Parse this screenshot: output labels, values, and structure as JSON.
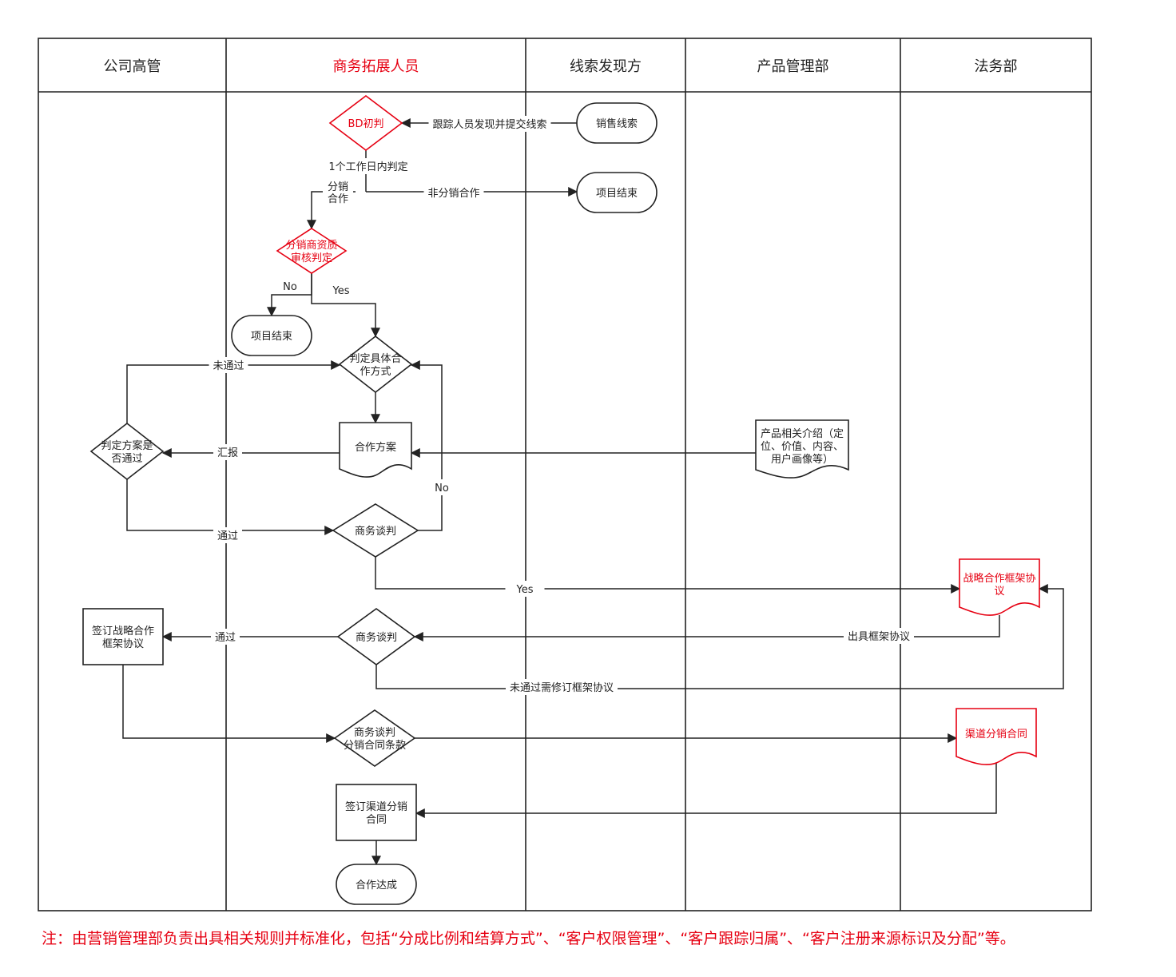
{
  "colors": {
    "red": "#e60012",
    "black": "#222222"
  },
  "lanes": [
    {
      "id": "exec",
      "label": "公司高管",
      "highlight": false
    },
    {
      "id": "bd",
      "label": "商务拓展人员",
      "highlight": true
    },
    {
      "id": "finder",
      "label": "线索发现方",
      "highlight": false
    },
    {
      "id": "product",
      "label": "产品管理部",
      "highlight": false
    },
    {
      "id": "legal",
      "label": "法务部",
      "highlight": false
    }
  ],
  "nodes": [
    {
      "id": "bd-judge",
      "shape": "diamond",
      "lines": [
        "BD初判"
      ],
      "red": true
    },
    {
      "id": "sales-lead",
      "shape": "terminal",
      "lines": [
        "销售线索"
      ],
      "red": false
    },
    {
      "id": "end-1",
      "shape": "terminal",
      "lines": [
        "项目结束"
      ],
      "red": false
    },
    {
      "id": "qualify",
      "shape": "diamond",
      "lines": [
        "分销商资质",
        "审核判定"
      ],
      "red": true
    },
    {
      "id": "end-2",
      "shape": "terminal",
      "lines": [
        "项目结束"
      ],
      "red": false
    },
    {
      "id": "mode",
      "shape": "diamond",
      "lines": [
        "判定具体合",
        "作方式"
      ],
      "red": false
    },
    {
      "id": "plan",
      "shape": "document",
      "lines": [
        "合作方案"
      ],
      "red": false
    },
    {
      "id": "product-intro",
      "shape": "document",
      "lines": [
        "产品相关介绍（定",
        "位、价值、内容、",
        "用户画像等）"
      ],
      "red": false
    },
    {
      "id": "exec-review",
      "shape": "diamond",
      "lines": [
        "判定方案是",
        "否通过"
      ],
      "red": false
    },
    {
      "id": "negotiate-1",
      "shape": "diamond",
      "lines": [
        "商务谈判"
      ],
      "red": false
    },
    {
      "id": "framework",
      "shape": "document",
      "lines": [
        "战略合作框架协",
        "议"
      ],
      "red": true
    },
    {
      "id": "negotiate-2",
      "shape": "diamond",
      "lines": [
        "商务谈判"
      ],
      "red": false
    },
    {
      "id": "sign-framework",
      "shape": "rect",
      "lines": [
        "签订战略合作",
        "框架协议"
      ],
      "red": false
    },
    {
      "id": "negotiate-3",
      "shape": "diamond",
      "lines": [
        "商务谈判",
        "分销合同条款"
      ],
      "red": false
    },
    {
      "id": "channel-contract",
      "shape": "document",
      "lines": [
        "渠道分销合同"
      ],
      "red": true
    },
    {
      "id": "sign-contract",
      "shape": "rect",
      "lines": [
        "签订渠道分销",
        "合同"
      ],
      "red": false
    },
    {
      "id": "done",
      "shape": "terminal",
      "lines": [
        "合作达成"
      ],
      "red": false
    }
  ],
  "labels": {
    "lead_submit": "跟踪人员发现并提交线索",
    "one_day": "1个工作日内判定",
    "distribution_lines": [
      "分销",
      "合作"
    ],
    "non_distribution": "非分销合作",
    "no_1": "No",
    "yes_1": "Yes",
    "not_passed_1": "未通过",
    "report": "汇报",
    "no_2": "No",
    "passed_1": "通过",
    "yes_2": "Yes",
    "issue_framework": "出具框架协议",
    "passed_2": "通过",
    "revise_framework": "未通过需修订框架协议"
  },
  "note": "注：由营销管理部负责出具相关规则并标准化，包括“分成比例和结算方式”、“客户权限管理”、“客户跟踪归属”、“客户注册来源标识及分配”等。"
}
